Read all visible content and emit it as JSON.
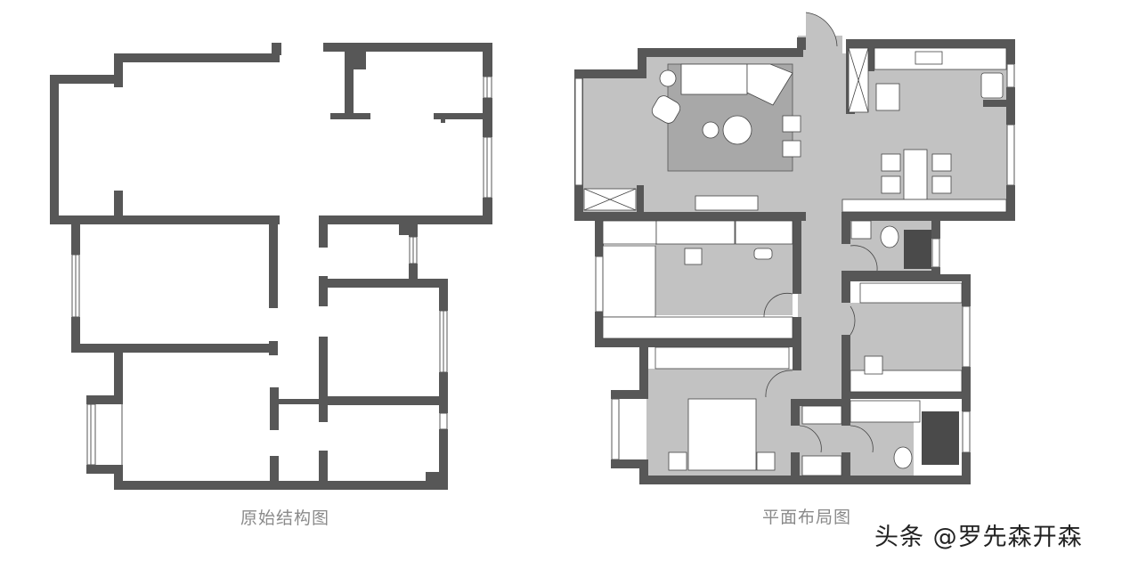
{
  "captions": {
    "original": "原始结构图",
    "layout": "平面布局图"
  },
  "watermark": "头条 @罗先森开森",
  "colors": {
    "wall": "#575757",
    "floor": "#c2c2c2",
    "rug": "#a8a8a8",
    "furniture": "#ffffff",
    "shower": "#4a4a4a",
    "caption": "#8a8a8a",
    "background": "#ffffff"
  },
  "plans": [
    {
      "name": "original-structure-plan",
      "title": "原始结构图"
    },
    {
      "name": "floor-layout-plan",
      "title": "平面布局图"
    }
  ]
}
